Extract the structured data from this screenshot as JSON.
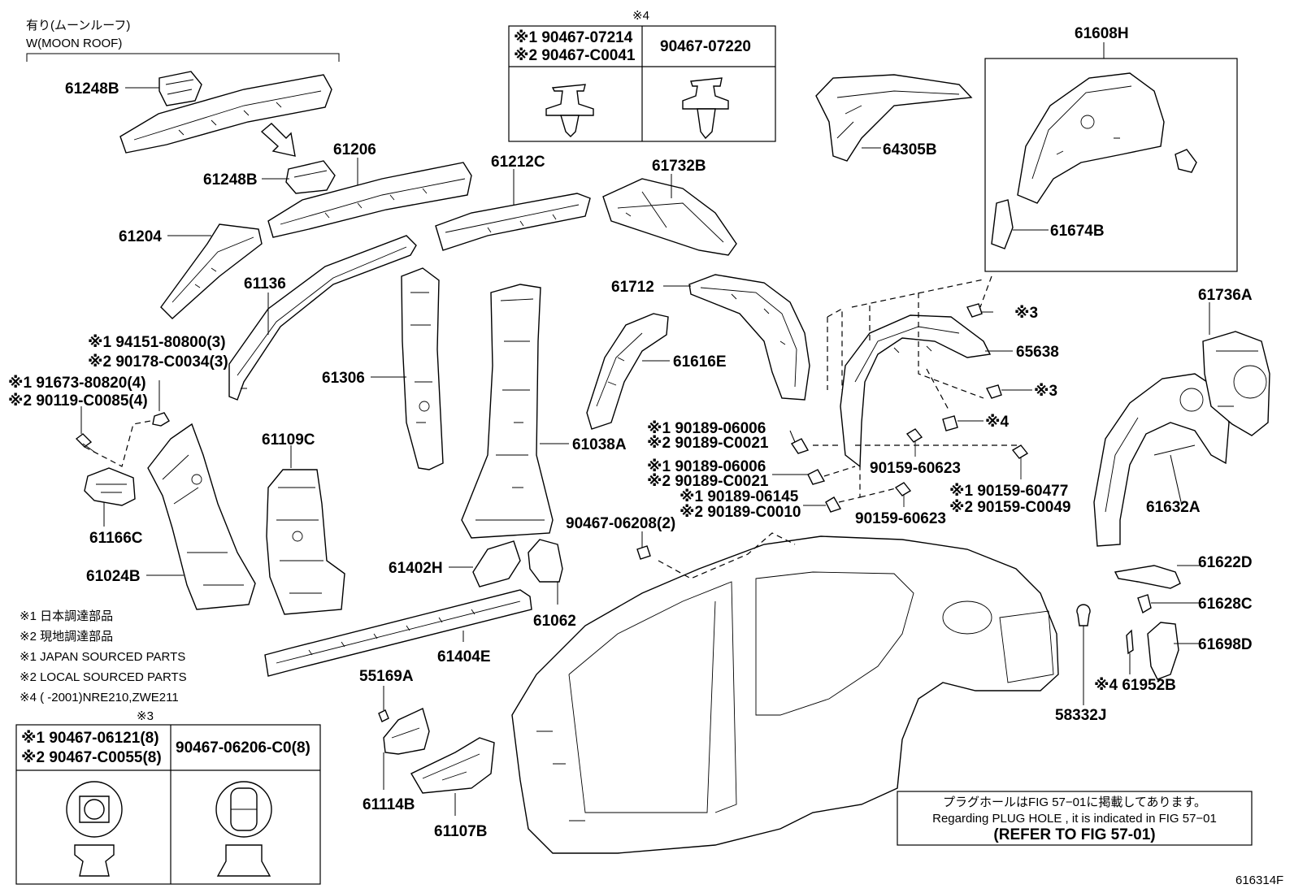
{
  "moon_roof": {
    "line1": "有り(ムーンルーフ)",
    "line2": "W(MOON ROOF)"
  },
  "parts": [
    {
      "id": "p61248b_1",
      "text": "61248B"
    },
    {
      "id": "p61248b_2",
      "text": "61248B"
    },
    {
      "id": "p61206",
      "text": "61206"
    },
    {
      "id": "p61204",
      "text": "61204"
    },
    {
      "id": "p61136",
      "text": "61136"
    },
    {
      "id": "p61212c",
      "text": "61212C"
    },
    {
      "id": "p61732b",
      "text": "61732B"
    },
    {
      "id": "p64305b",
      "text": "64305B"
    },
    {
      "id": "p61608h",
      "text": "61608H"
    },
    {
      "id": "p61674b",
      "text": "61674B"
    },
    {
      "id": "p61712",
      "text": "61712"
    },
    {
      "id": "p61616e",
      "text": "61616E"
    },
    {
      "id": "p61306",
      "text": "61306"
    },
    {
      "id": "p65638",
      "text": "65638"
    },
    {
      "id": "p61736a",
      "text": "61736A"
    },
    {
      "id": "p61632a",
      "text": "61632A"
    },
    {
      "id": "p61038a",
      "text": "61038A"
    },
    {
      "id": "p61109c",
      "text": "61109C"
    },
    {
      "id": "p61166c",
      "text": "61166C"
    },
    {
      "id": "p61024b",
      "text": "61024B"
    },
    {
      "id": "p61402h",
      "text": "61402H"
    },
    {
      "id": "p61062",
      "text": "61062"
    },
    {
      "id": "p61404e",
      "text": "61404E"
    },
    {
      "id": "p55169a",
      "text": "55169A"
    },
    {
      "id": "p61114b",
      "text": "61114B"
    },
    {
      "id": "p61107b",
      "text": "61107B"
    },
    {
      "id": "p61622d",
      "text": "61622D"
    },
    {
      "id": "p61628c",
      "text": "61628C"
    },
    {
      "id": "p61698d",
      "text": "61698D"
    },
    {
      "id": "p61952b",
      "text": "※4 61952B"
    },
    {
      "id": "p58332j",
      "text": "58332J"
    },
    {
      "id": "p90159a",
      "text": "90159-60623"
    },
    {
      "id": "p90159b",
      "text": "90159-60623"
    },
    {
      "id": "p90467_06208",
      "text": "90467-06208(2)"
    },
    {
      "id": "p_note3a",
      "text": "※3"
    },
    {
      "id": "p_note3b",
      "text": "※3"
    },
    {
      "id": "p_note4",
      "text": "※4"
    }
  ],
  "callouts": {
    "bolt_94151": [
      "※1 94151-80800(3)",
      "※2 90178-C0034(3)"
    ],
    "bolt_91673": [
      "※1 91673-80820(4)",
      "※2 90119-C0085(4)"
    ],
    "clip_90189a": [
      "※1 90189-06006",
      "※2 90189-C0021"
    ],
    "clip_90189b": [
      "※1 90189-06006",
      "※2 90189-C0021"
    ],
    "clip_90189c": [
      "※1 90189-06145",
      "※2 90189-C0010"
    ],
    "screw_90159": [
      "※1 90159-60477",
      "※2 90159-C0049"
    ]
  },
  "table4": {
    "title": "※4",
    "col1": [
      "※1 90467-07214",
      "※2 90467-C0041"
    ],
    "col2": "90467-07220"
  },
  "table3": {
    "title": "※3",
    "col1": [
      "※1 90467-06121(8)",
      "※2 90467-C0055(8)"
    ],
    "col2": "90467-06206-C0(8)"
  },
  "legend": [
    "※1  日本調達部品",
    "※2  現地調達部品",
    "※1  JAPAN SOURCED PARTS",
    "※2  LOCAL SOURCED PARTS",
    "※4 (        -2001)NRE210,ZWE211"
  ],
  "plug_note": {
    "line1": "プラグホールはFIG 57−01に掲載してあります。",
    "line2": "Regarding  PLUG  HOLE , it is indicated in  FIG  57−01",
    "line3": "(REFER TO FIG 57-01)"
  },
  "figure_code": "616314F"
}
